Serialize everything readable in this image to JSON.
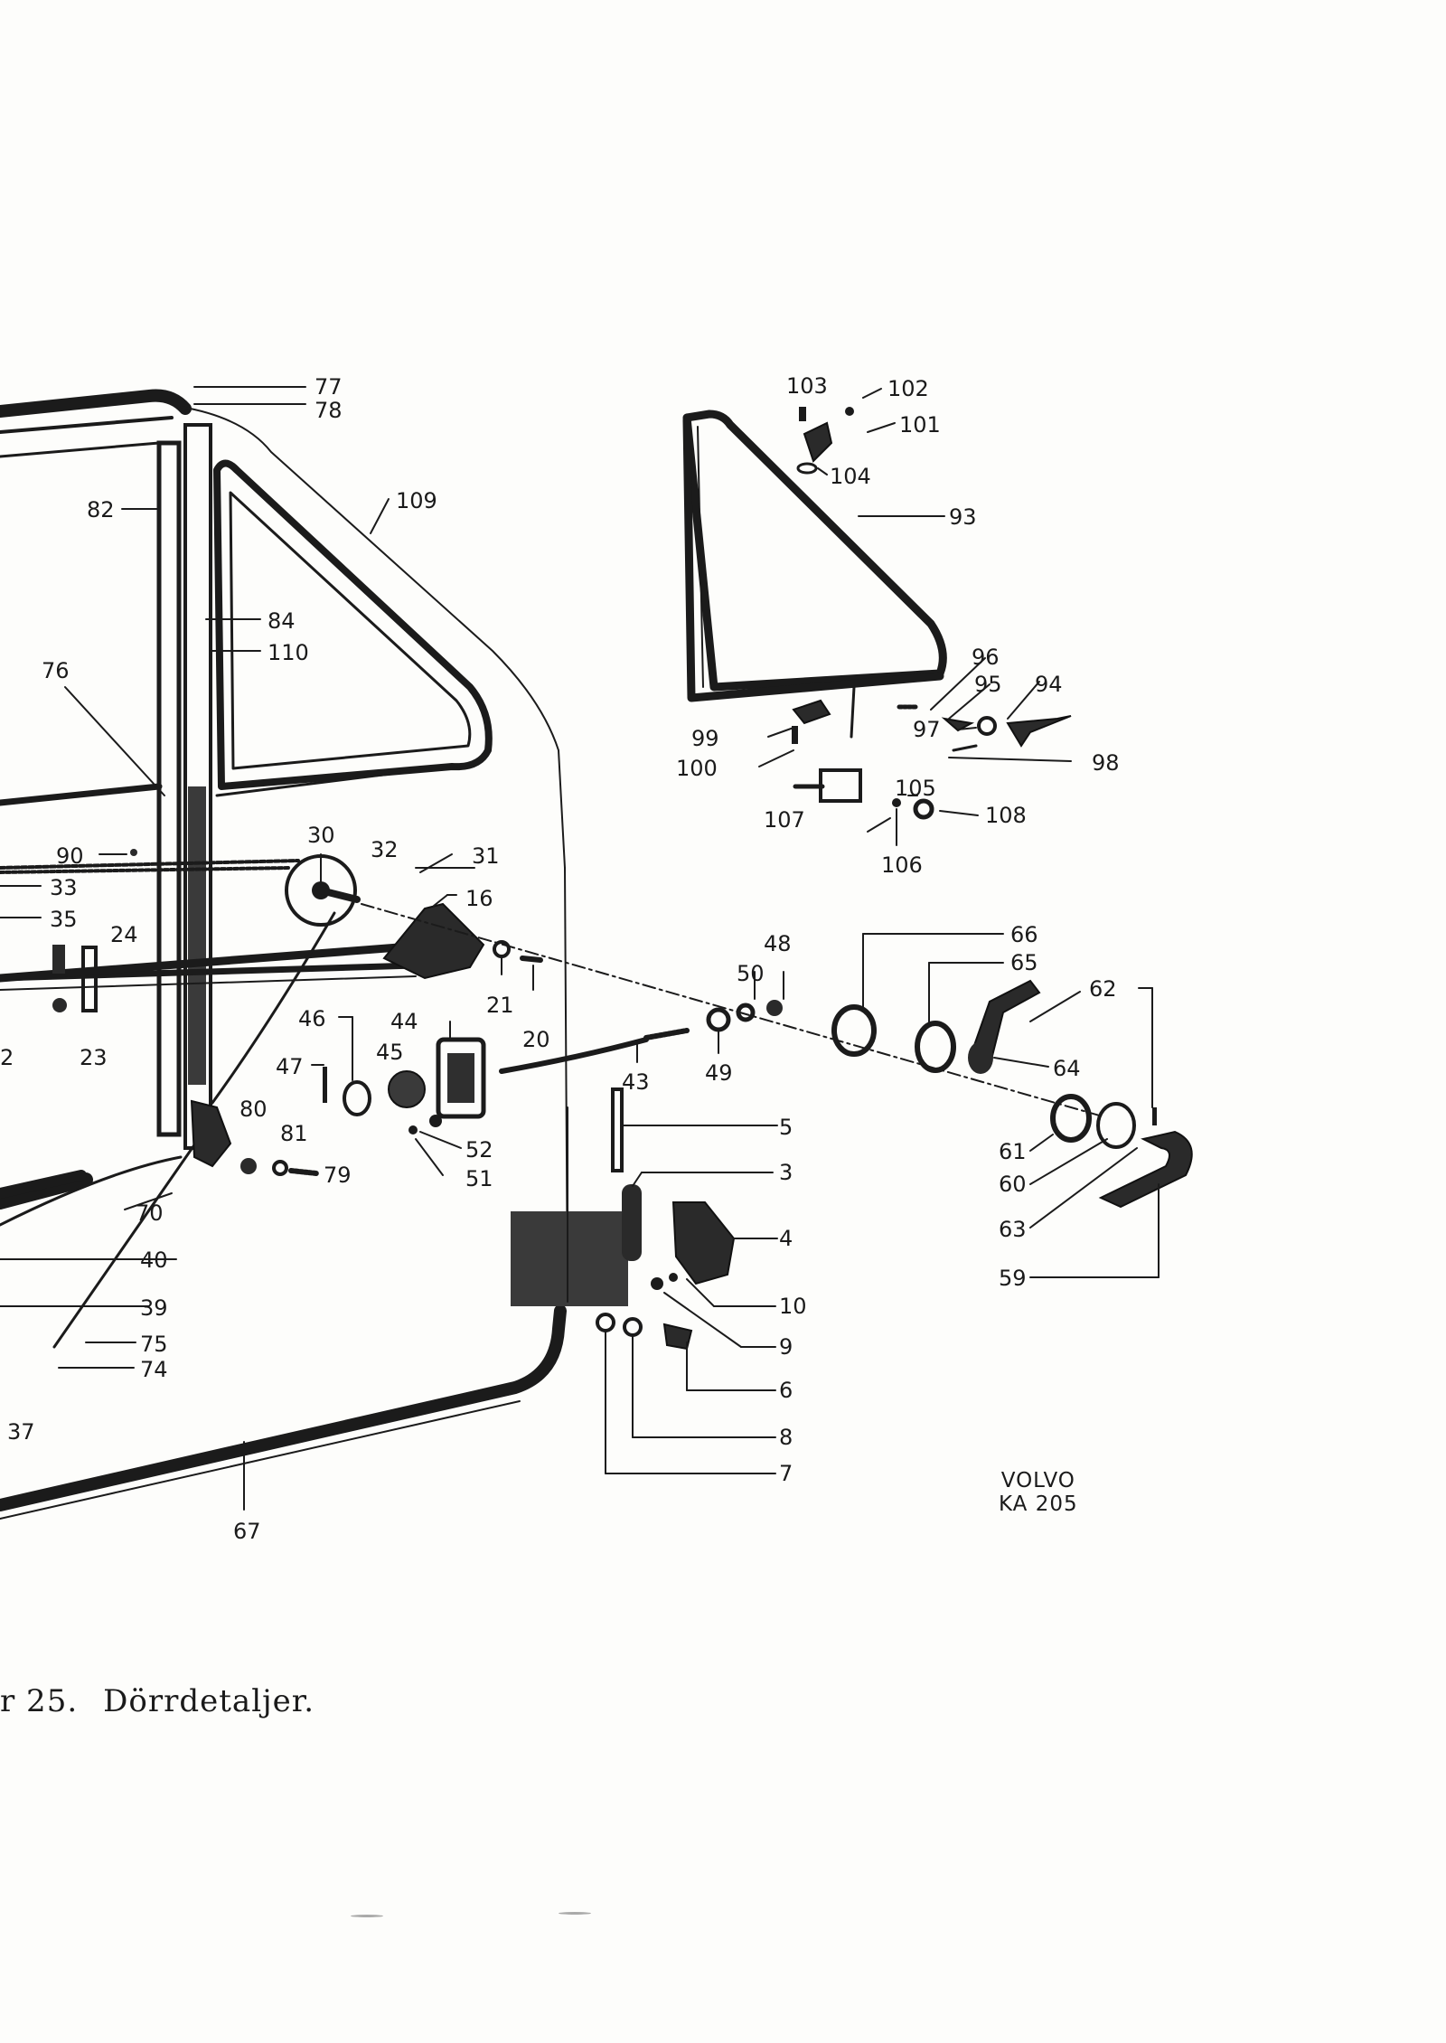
{
  "caption": {
    "prefix": "r 25.",
    "title": "Dörrdetaljer."
  },
  "stamp": {
    "line1": "VOLVO",
    "line2": "KA 205"
  },
  "part_labels": {
    "p2": "2",
    "p3": "3",
    "p4": "4",
    "p5": "5",
    "p6": "6",
    "p7": "7",
    "p8": "8",
    "p9": "9",
    "p10": "10",
    "p16": "16",
    "p20": "20",
    "p21": "21",
    "p23": "23",
    "p24": "24",
    "p30": "30",
    "p31": "31",
    "p32": "32",
    "p33": "33",
    "p35": "35",
    "p37": "37",
    "p39": "39",
    "p40": "40",
    "p43": "43",
    "p44": "44",
    "p45": "45",
    "p46": "46",
    "p47": "47",
    "p48": "48",
    "p49": "49",
    "p50": "50",
    "p51": "51",
    "p52": "52",
    "p59": "59",
    "p60": "60",
    "p61": "61",
    "p62": "62",
    "p63": "63",
    "p64": "64",
    "p65": "65",
    "p66": "66",
    "p67": "67",
    "p70": "70",
    "p74": "74",
    "p75": "75",
    "p76": "76",
    "p77": "77",
    "p78": "78",
    "p79": "79",
    "p80": "80",
    "p81": "81",
    "p82": "82",
    "p84": "84",
    "p90": "90",
    "p93": "93",
    "p94": "94",
    "p95": "95",
    "p96": "96",
    "p97": "97",
    "p98": "98",
    "p99": "99",
    "p100": "100",
    "p101": "101",
    "p102": "102",
    "p103": "103",
    "p104": "104",
    "p105": "105",
    "p106": "106",
    "p107": "107",
    "p108": "108",
    "p109": "109",
    "p110": "110"
  }
}
